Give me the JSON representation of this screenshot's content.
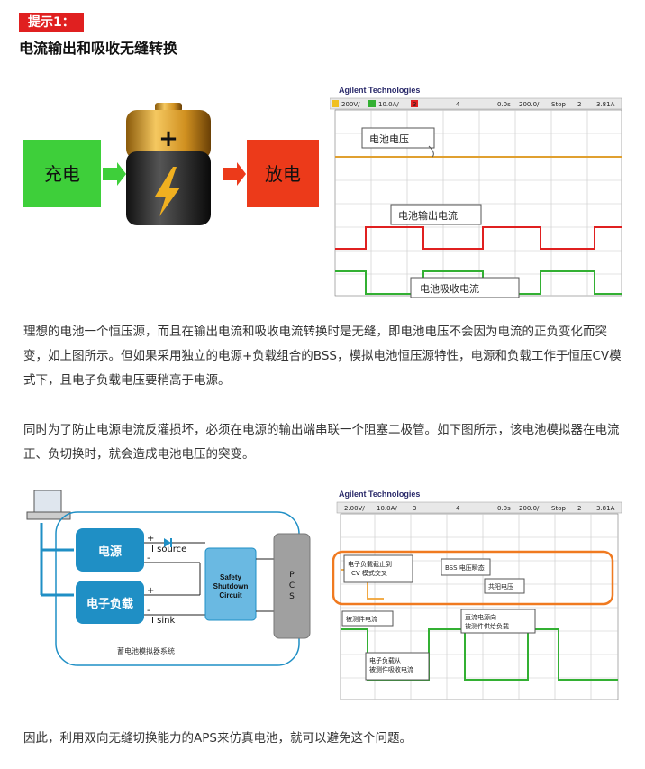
{
  "header": {
    "tag": "提示1：",
    "title": "电流输出和吸收无缝转换"
  },
  "figure1": {
    "charge_label": "充电",
    "discharge_label": "放电",
    "scope_brand": "Agilent Technologies",
    "scope_status": {
      "ch1": "200V/",
      "ch2": "10.0A/",
      "ch3": "3",
      "ch4": "4",
      "time": "0.0s",
      "timebase": "200.0/",
      "mode": "Stop",
      "trig": "2",
      "level": "3.81A"
    },
    "annotations": {
      "voltage": "电池电压",
      "output_current": "电池输出电流",
      "sink_current": "电池吸收电流"
    }
  },
  "paragraphs": {
    "p1": "理想的电池一个恒压源，而且在输出电流和吸收电流转换时是无缝，即电池电压不会因为电流的正负变化而突变，如上图所示。但如果采用独立的电源+负载组合的BSS，模拟电池恒压源特性，电源和负载工作于恒压CV模式下，且电子负载电压要稍高于电源。",
    "p2": "同时为了防止电源电流反灌损坏，必须在电源的输出端串联一个阻塞二极管。如下图所示，该电池模拟器在电流正、负切换时，就会造成电池电压的突变。",
    "p3": "因此，利用双向无缝切换能力的APS来仿真电池，就可以避免这个问题。"
  },
  "figure2": {
    "power_label": "电源",
    "load_label": "电子负载",
    "plus": "+",
    "minus": "-",
    "isource": "I source",
    "isink": "I sink",
    "safety": "Safety Shutdown Circuit",
    "pcs": "P C S",
    "system_caption": "蓄电池模拟器系统",
    "scope_brand": "Agilent Technologies",
    "scope_status": {
      "ch1": "2.00V/",
      "ch2": "10.0A/",
      "ch3": "3",
      "ch4": "4",
      "time": "0.0s",
      "timebase": "200.0/",
      "mode": "Stop",
      "trig": "2",
      "level": "3.81A"
    },
    "annotations": {
      "load_cutoff": "电子负载截止到CV模式交叉",
      "bss_drop": "BSS 电压瞬态",
      "diode_drop": "共阳电压",
      "dut_current": "被测件电流",
      "dc_source": "直流电源向被测件供给负载",
      "load_sink": "电子负载从被测件吸收电流"
    }
  },
  "colors": {
    "tag_bg": "#e02020",
    "green_box": "#3ecf3a",
    "red_box": "#ec3a1a",
    "arrow": "#f07a20",
    "trace_orange": "#f0a030",
    "trace_red": "#e02020",
    "trace_green": "#33b033",
    "block_blue": "#1f8fc5"
  }
}
